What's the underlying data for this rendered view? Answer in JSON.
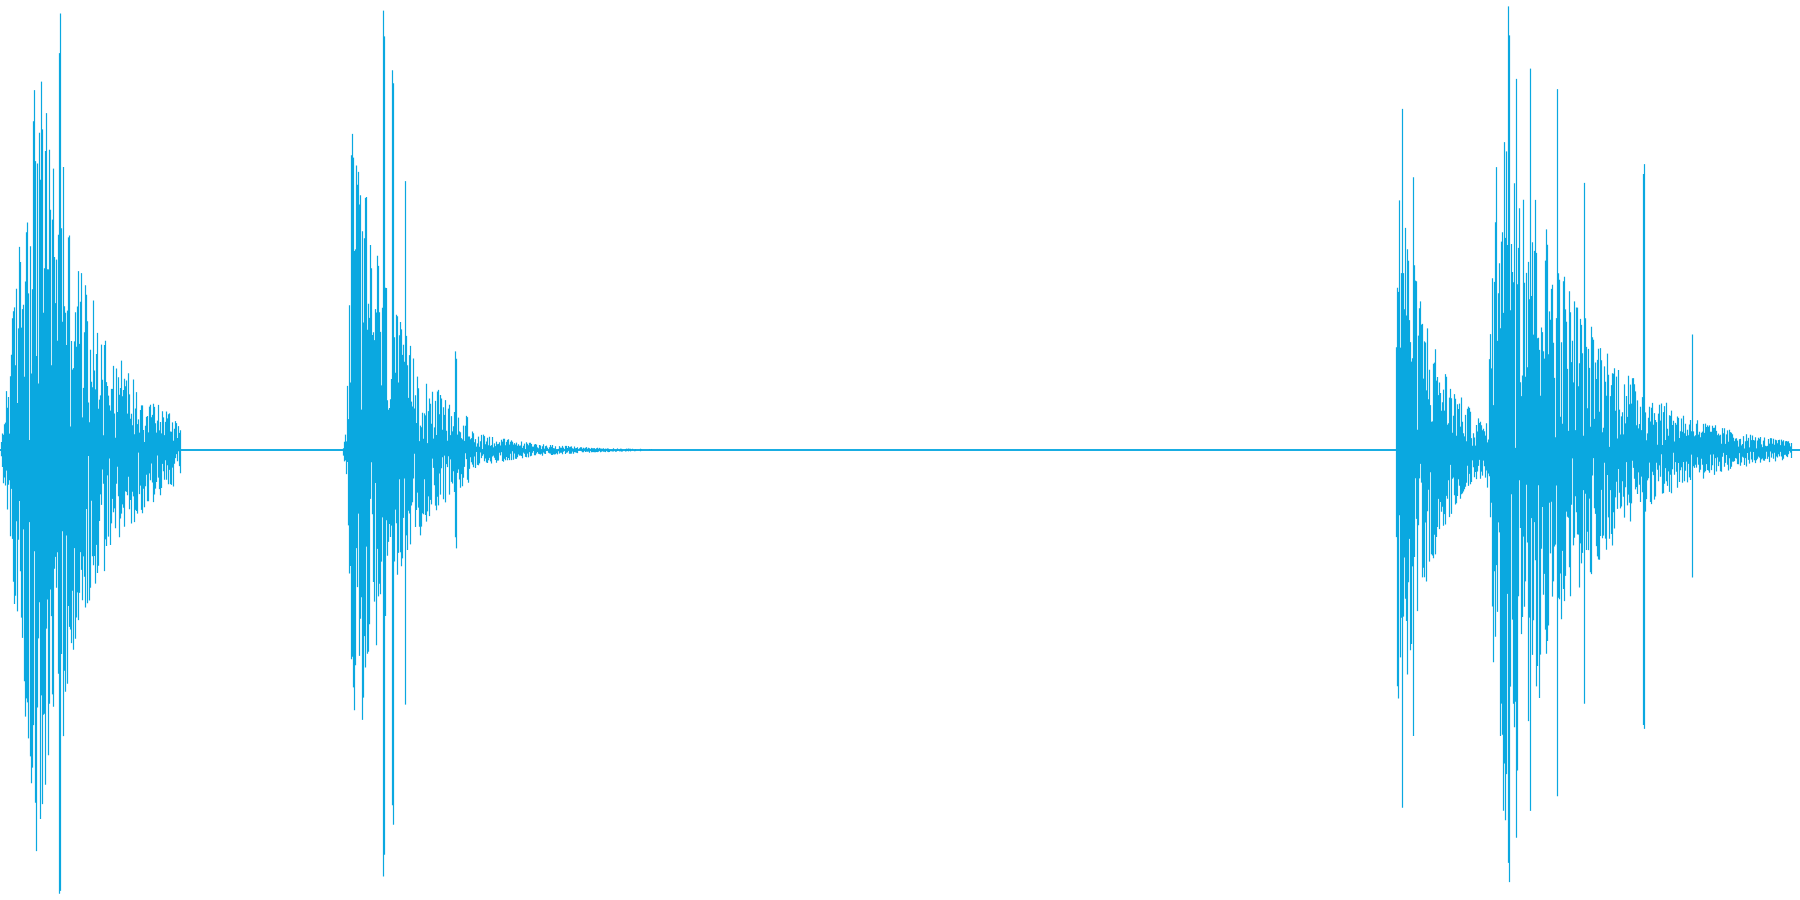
{
  "waveform": {
    "color": "#0aa8e0",
    "background": "#ffffff",
    "duration_units": 100,
    "peak_amplitude": 1.0,
    "bursts": [
      {
        "start": 0.0,
        "end": 10.0,
        "peak": 0.9,
        "onset": 0.2,
        "decay": 0.7,
        "spikes": [
          [
            3.3,
            1.0
          ],
          [
            3.5,
            0.7
          ],
          [
            2.5,
            0.75
          ]
        ]
      },
      {
        "start": 5.5,
        "end": 9.5,
        "peak": 0.12,
        "onset": 0.1,
        "decay": 0.9,
        "spikes": [
          [
            6.8,
            0.14
          ]
        ]
      },
      {
        "start": 19.0,
        "end": 40.0,
        "peak": 0.28,
        "onset": 0.05,
        "decay": 0.35,
        "spikes": [
          [
            21.3,
            1.0
          ],
          [
            21.8,
            0.9
          ],
          [
            25.3,
            0.22
          ],
          [
            22.5,
            0.6
          ]
        ]
      },
      {
        "start": 19.2,
        "end": 26.0,
        "peak": 0.75,
        "onset": 0.05,
        "decay": 0.9,
        "spikes": []
      },
      {
        "start": 77.5,
        "end": 84.0,
        "peak": 0.65,
        "onset": 0.02,
        "decay": 0.7,
        "spikes": [
          [
            77.9,
            0.84
          ],
          [
            78.5,
            0.66
          ]
        ]
      },
      {
        "start": 82.5,
        "end": 99.5,
        "peak": 0.92,
        "onset": 0.05,
        "decay": 0.55,
        "spikes": [
          [
            83.8,
            1.0
          ],
          [
            84.2,
            0.95
          ],
          [
            85.0,
            0.92
          ],
          [
            86.5,
            0.88
          ],
          [
            88.0,
            0.6
          ],
          [
            91.3,
            0.7
          ],
          [
            94.0,
            0.3
          ]
        ]
      }
    ]
  }
}
